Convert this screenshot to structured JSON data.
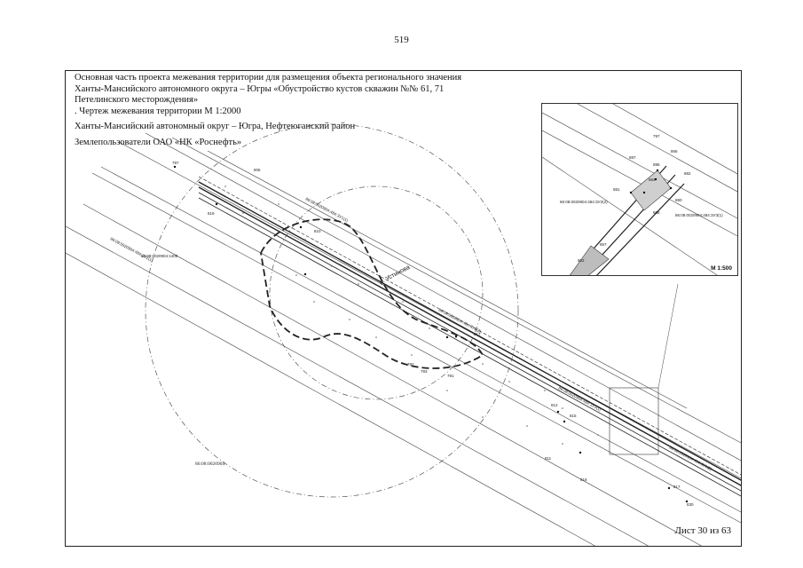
{
  "page": {
    "number": "519"
  },
  "title_block": {
    "line1": "Основная часть проекта межевания территории для размещения объекта регионального значения",
    "line2": "Ханты-Мансийского автономного округа – Югры «Обустройство кустов скважин №№ 61, 71",
    "line3": "Петелинского месторождения»",
    "line4": ". Чертеж межевания территории М 1:2000",
    "region": "Ханты-Мансийский автономный округ – Югра, Нефтеюганский район",
    "land_users": "Землепользователи ОАО «НК «Роснефть»"
  },
  "map": {
    "river_label": "р. Устинова",
    "parcel_label": "86:08:0020904",
    "inset_scale": "М 1:500",
    "point_labels": [
      "797",
      "805",
      "810",
      "791",
      "817",
      "812",
      "815",
      "811",
      "818",
      "817",
      "792",
      "793",
      "830",
      "819",
      "797",
      "866",
      "887",
      "886",
      "882",
      "884",
      "881",
      "880",
      "868",
      "857",
      "862",
      "859",
      "865",
      "858",
      "879",
      "827",
      "822"
    ],
    "lot_labels": [
      "86:08:0020904:1408",
      "86:08:0020904:484:ЗУ2(1)",
      "86:08:0020904:484:ЗУ1(1)",
      "86:08:0020904:484:ЗУ2(2)",
      "86:08:0020904:484:ЗУ3(1)",
      "86:08:0020904:484:ЗУ1(2)"
    ]
  },
  "footer": {
    "sheet": "Лист 30 из 63"
  }
}
